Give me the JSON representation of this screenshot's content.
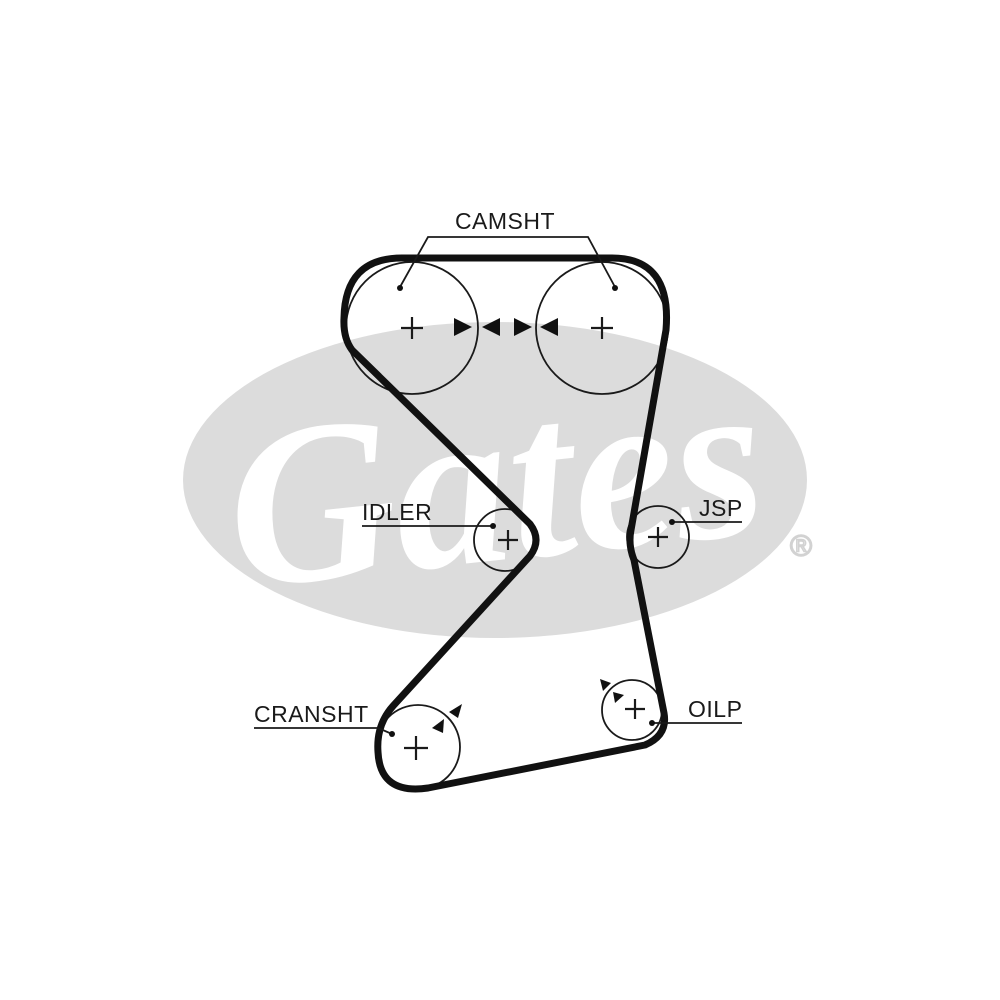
{
  "watermark": {
    "text": "Gates",
    "registered_mark": "®",
    "color": "#dcdcdc"
  },
  "labels": {
    "camshaft": "CAMSHT",
    "idler": "IDLER",
    "jsp": "JSP",
    "crankshaft": "CRANSHT",
    "oil_pump": "OILP"
  },
  "colors": {
    "belt": "#111111",
    "line": "#1a1a1a"
  }
}
